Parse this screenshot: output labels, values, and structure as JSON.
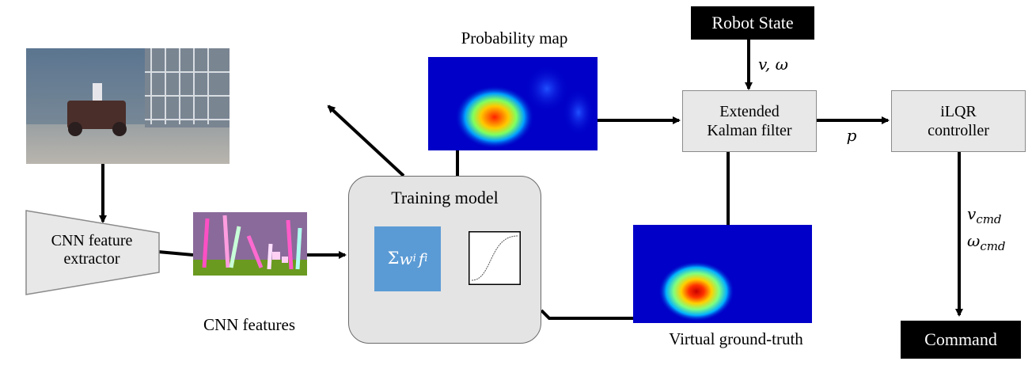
{
  "diagram": {
    "probability_map_label": "Probability map",
    "robot_state_label": "Robot State",
    "vw_label": "v, ω",
    "ekf_line1": "Extended",
    "ekf_line2": "Kalman filter",
    "ilqr_line1": "iLQR",
    "ilqr_line2": "controller",
    "p_label": "p",
    "vcmd_label": "v",
    "vcmd_sub": "cmd",
    "wcmd_label": "ω",
    "wcmd_sub": "cmd",
    "command_label": "Command",
    "training_model_label": "Training model",
    "sum_symbol": "Σ",
    "sum_w": "w",
    "sum_i1": "i",
    "sum_f": "f",
    "sum_i2": "i",
    "cnn_extractor_line1": "CNN feature",
    "cnn_extractor_line2": "extractor",
    "cnn_features_label": "CNN features",
    "virtual_gt_label": "Virtual ground-truth"
  },
  "colors": {
    "gray_box": "#e8e8e8",
    "training_box": "#e4e4e4",
    "sum_box": "#5b9bd5",
    "heatmap_background": "#0000c8"
  }
}
